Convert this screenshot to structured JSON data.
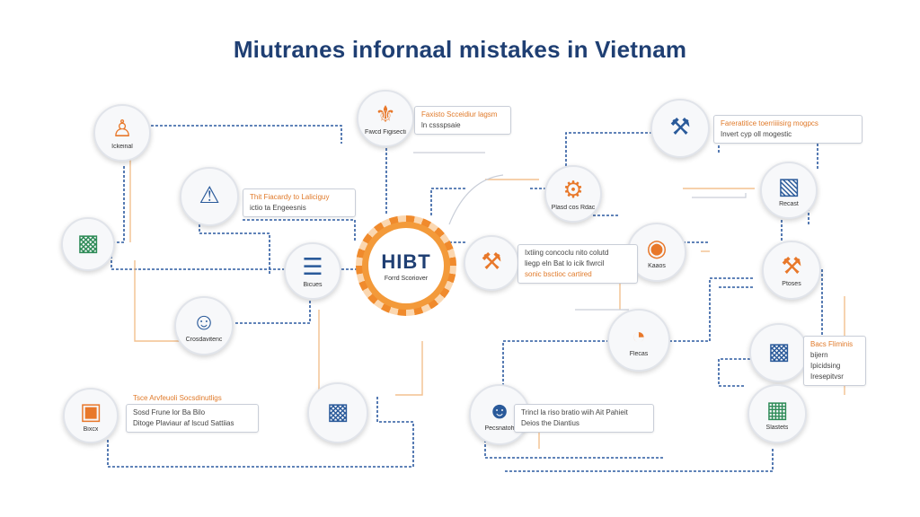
{
  "title": "Miutranes infornaal mistakes in Vietnam",
  "hub": {
    "title": "HIBT",
    "subtitle": "Forrd Scoriover"
  },
  "nodes": [
    {
      "label": "Ickeinal",
      "icon": "person-desk-icon"
    },
    {
      "label": "",
      "icon": "person-laptop-icon"
    },
    {
      "label": "",
      "icon": "warning-person-icon"
    },
    {
      "label": "Fiwcd Figisecti",
      "icon": "handshake-icon"
    },
    {
      "label": "Bicues",
      "icon": "document-list-icon"
    },
    {
      "label": "Crosdavitenc",
      "icon": "smiling-person-icon"
    },
    {
      "label": "Bixcx",
      "icon": "shopping-bag-icon"
    },
    {
      "label": "",
      "icon": "browser-window-icon"
    },
    {
      "label": "Pecsnatoh",
      "icon": "man-portrait-icon"
    },
    {
      "label": "",
      "icon": "team-working-icon"
    },
    {
      "label": "Plasd cos Rdac",
      "icon": "gear-icon"
    },
    {
      "label": "Kaaos",
      "icon": "coins-icon"
    },
    {
      "label": "Flecas",
      "icon": "pie-chart-icon"
    },
    {
      "label": "",
      "icon": "robot-arm-icon"
    },
    {
      "label": "Recast",
      "icon": "computer-monitor-icon"
    },
    {
      "label": "Ptoses",
      "icon": "factory-worker-icon"
    },
    {
      "label": "",
      "icon": "laptop-display-icon"
    },
    {
      "label": "Slastets",
      "icon": "spreadsheet-icon"
    }
  ],
  "callouts": [
    {
      "line1": "Faxisto Scceidiur lagsm",
      "line2": "ln cssspsaie"
    },
    {
      "line1": "Thit Fiacardy to Laliciguy",
      "line2": "ictio ta Engeesnis"
    },
    {
      "line1": "Ixtiing concoclu nito colutd",
      "line2": "liegp eln Bat lo icik fiwrcil",
      "line3": "sonic bsctioc cartired"
    },
    {
      "line1": "Fareratitice toerriiiisirg mogpcs",
      "line2": "Invert cyp oll mogestic"
    },
    {
      "line1": "Bacs Fliminis",
      "line2": "bijern Ipicidsing",
      "line3": "Iresepitvsr"
    },
    {
      "line1": "Trincl la riso bratio wiih Ait Pahieit",
      "line2": "Deios the Diantius"
    }
  ],
  "bottom_left_note": {
    "line1": "Tsce Arvfeuoli Socsdinutligs",
    "line2": "Sosd Frune lor Ba Bilo",
    "line3": "Ditoge Plaviaur af lscud Sattiias"
  },
  "colors": {
    "title": "#1f3f73",
    "accent_orange": "#f08a2c",
    "connector_blue": "#2c5aa0",
    "connector_orange": "#f3b27a"
  }
}
